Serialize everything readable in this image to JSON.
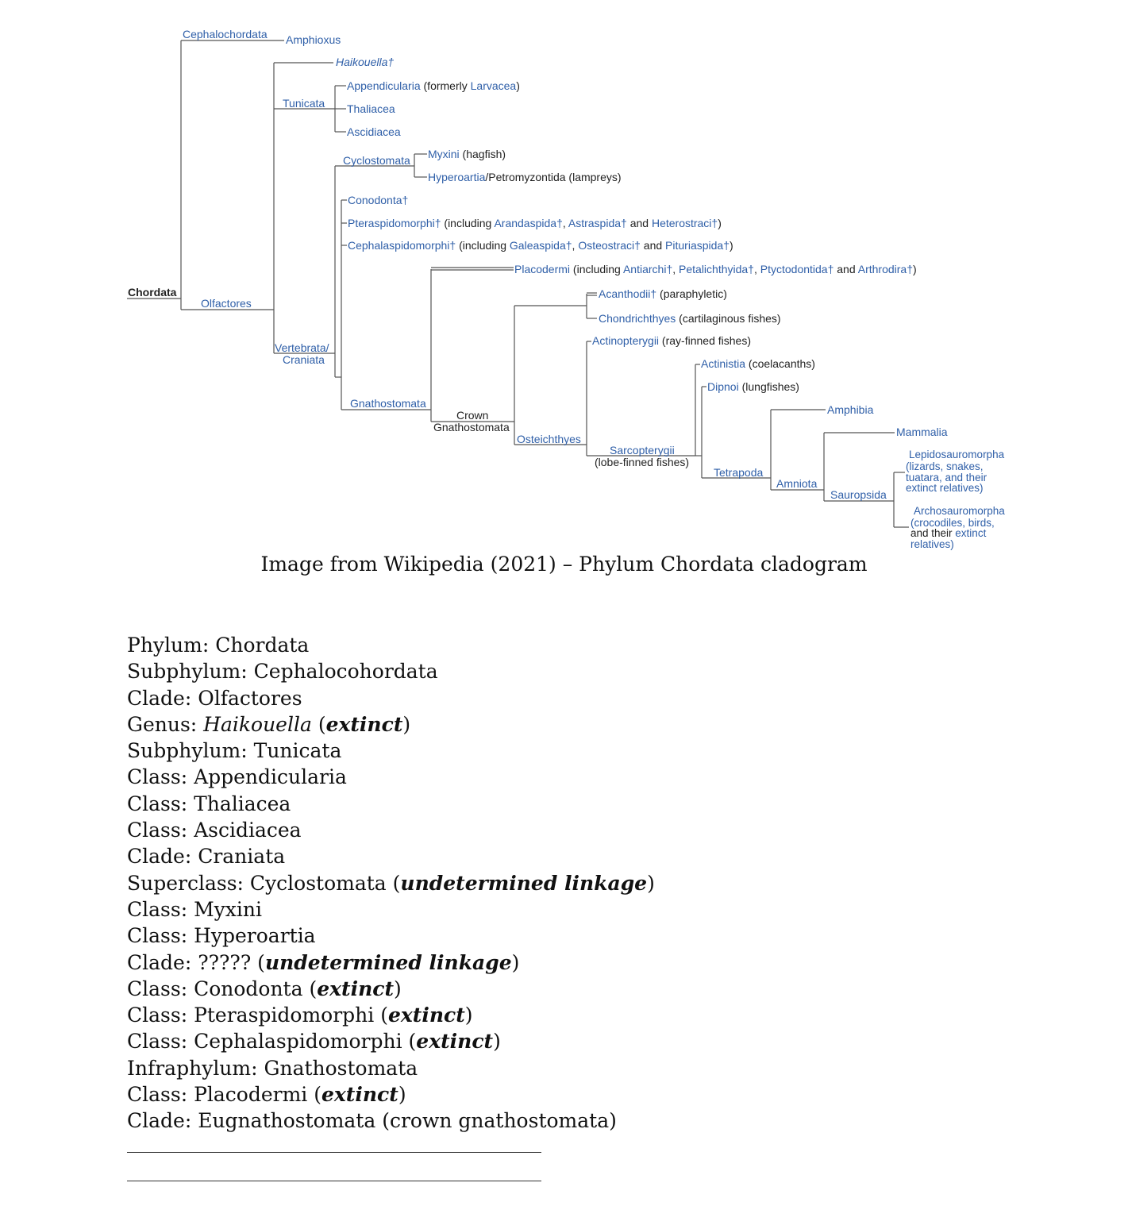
{
  "cladogram": {
    "root": "Chordata",
    "labels": {
      "cephalochordata": "Cephalochordata",
      "amphioxus": "Amphioxus",
      "olfactores": "Olfactores",
      "haikouella": "Haikouella†",
      "tunicata": "Tunicata",
      "appendicularia": "Appendicularia",
      "formerly": " (formerly ",
      "larvacea": "Larvacea",
      "close_paren": ")",
      "thaliacea": "Thaliacea",
      "ascidiacea": "Ascidiacea",
      "cyclostomata": "Cyclostomata",
      "myxini": "Myxini",
      "hagfish": " (hagfish)",
      "hyperoartia": "Hyperoartia",
      "lampreys": "/Petromyzontida (lampreys)",
      "vertebrata": "Vertebrata/",
      "craniata": "Craniata",
      "conodonta": "Conodonta†",
      "pteraspidomorphi": "Pteraspidomorphi†",
      "incl1": " (including ",
      "arandaspida": "Arandaspida†",
      "comma": ", ",
      "astraspida": "Astraspida†",
      "and": " and ",
      "heterostraci": "Heterostraci†",
      "cephalaspidomorphi": "Cephalaspidomorphi†",
      "galeaspida": "Galeaspida†",
      "osteostraci": "Osteostraci†",
      "pituriaspida": "Pituriaspida†",
      "placodermi": "Placodermi",
      "antiarchi": "Antiarchi†",
      "petalichthyida": "Petalichthyida†",
      "ptyctodontida": "Ptyctodontida†",
      "arthrodira": "Arthrodira†",
      "gnathostomata": "Gnathostomata",
      "crown": "Crown",
      "crown_gnathostomata": "Gnathostomata",
      "acanthodii": "Acanthodii†",
      "paraphyletic": " (paraphyletic)",
      "chondrichthyes": "Chondrichthyes",
      "cartilaginous": " (cartilaginous fishes)",
      "actinopterygii": "Actinopterygii",
      "rayfinned": " (ray-finned fishes)",
      "osteichthyes": "Osteichthyes",
      "actinistia": "Actinistia",
      "coelacanths": " (coelacanths)",
      "dipnoi": "Dipnoi",
      "lungfishes": " (lungfishes)",
      "sarcopterygii": "Sarcopterygii",
      "lobefinned": "(lobe-finned fishes)",
      "tetrapoda": "Tetrapoda",
      "amphibia": "Amphibia",
      "amniota": "Amniota",
      "mammalia": "Mammalia",
      "sauropsida": "Sauropsida",
      "lepido1": "Lepidosauromorpha",
      "lepido2": "(lizards, snakes,",
      "lepido3": "tuatara, and their",
      "lepido4": "extinct relatives)",
      "archo1": "Archosauromorpha",
      "archo2": "(crocodiles, birds,",
      "archo3": "and their ",
      "archo3b": "extinct",
      "archo4": "relatives)"
    }
  },
  "caption": "Image from Wikipedia (2021) – Phylum Chordata cladogram",
  "taxonomy": [
    {
      "rank": "Phylum: ",
      "name": "Chordata"
    },
    {
      "rank": "Subphylum: ",
      "name": "Cephalocohordata"
    },
    {
      "rank": "Clade: ",
      "name": "Olfactores"
    },
    {
      "rank": "Genus: ",
      "name": "Haikouella",
      "note": "extinct"
    },
    {
      "rank": "Subphylum: ",
      "name": "Tunicata"
    },
    {
      "rank": "Class: ",
      "name": "Appendicularia"
    },
    {
      "rank": "Class: ",
      "name": "Thaliacea"
    },
    {
      "rank": "Class: ",
      "name": "Ascidiacea"
    },
    {
      "rank": "Clade: ",
      "name": "Craniata"
    },
    {
      "rank": "Superclass: ",
      "name": "Cyclostomata",
      "note": "undetermined linkage"
    },
    {
      "rank": "Class: ",
      "name": "Myxini"
    },
    {
      "rank": "Class: ",
      "name": "Hyperoartia"
    },
    {
      "rank": "Clade: ",
      "name": "?????",
      "note": "undetermined linkage"
    },
    {
      "rank": "Class: ",
      "name": "Conodonta",
      "note": "extinct"
    },
    {
      "rank": "Class: ",
      "name": "Pteraspidomorphi",
      "note": "extinct"
    },
    {
      "rank": "Class: ",
      "name": "Cephalaspidomorphi",
      "note": "extinct"
    },
    {
      "rank": "Infraphylum: ",
      "name": "Gnathostomata"
    },
    {
      "rank": "Class: ",
      "name": "Placodermi",
      "note": "extinct"
    },
    {
      "rank": "Clade: ",
      "name": "Eugnathostomata (crown gnathostomata)"
    }
  ]
}
